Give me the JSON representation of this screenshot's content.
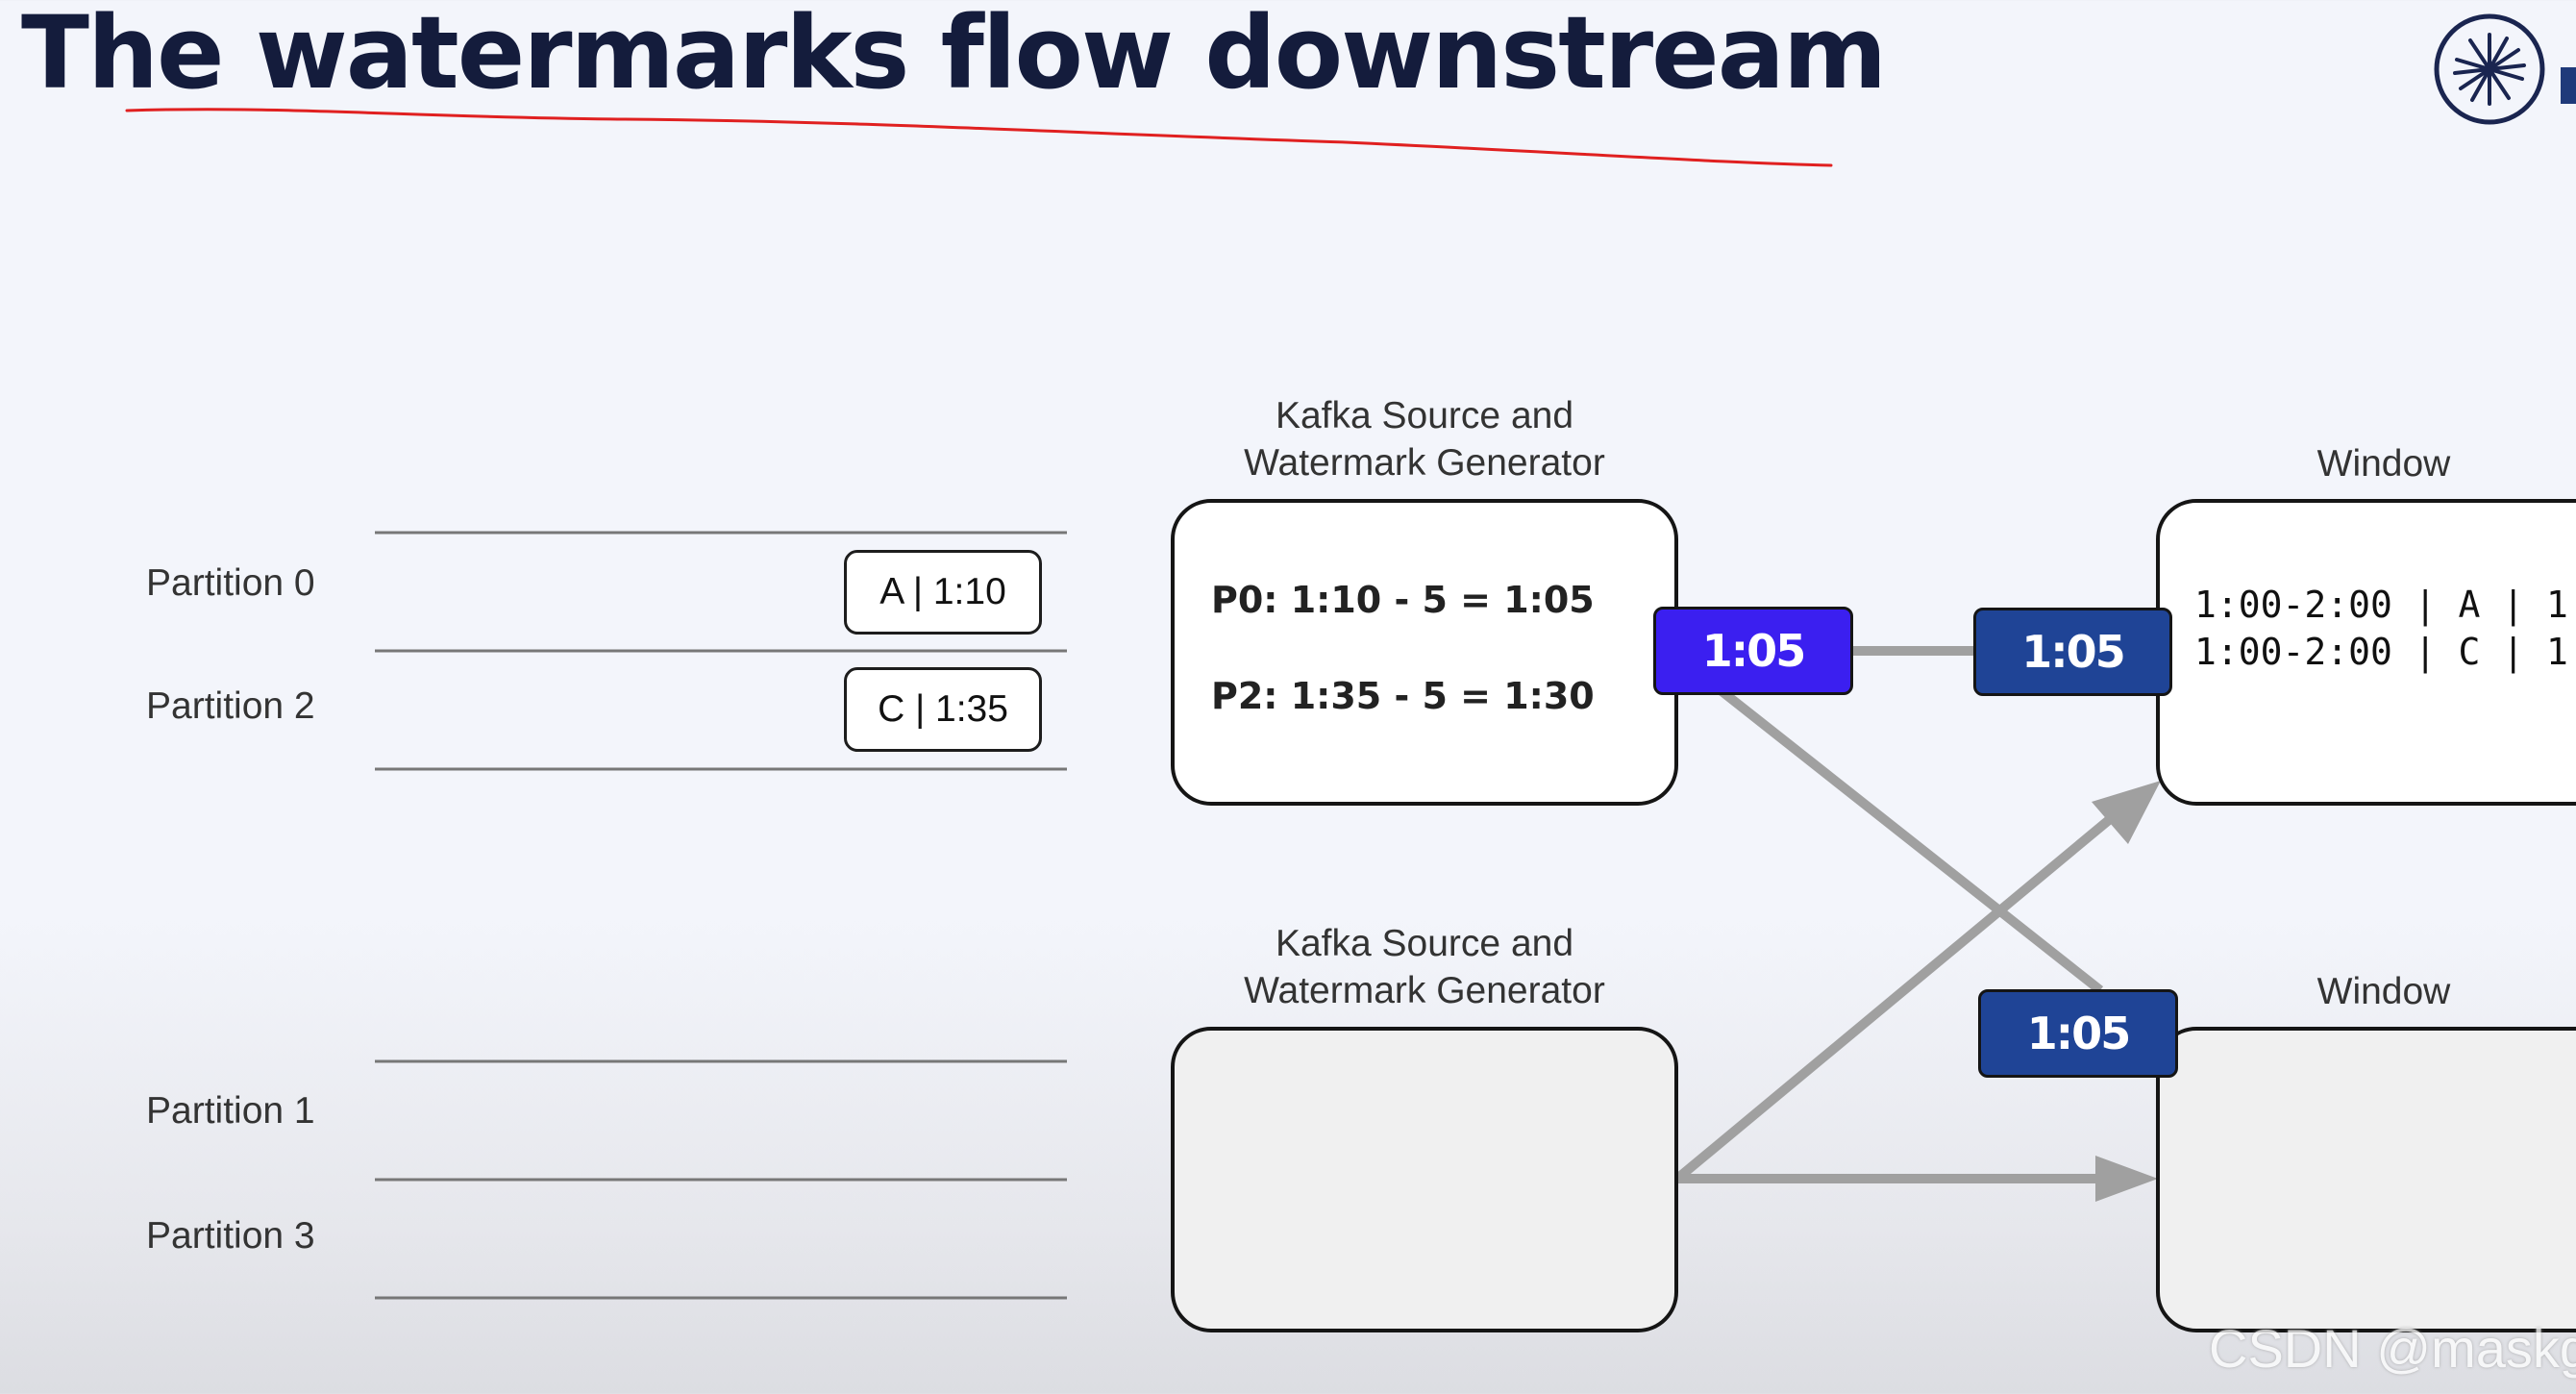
{
  "title": "The watermarks flow downstream",
  "partitions": {
    "p0": "Partition 0",
    "p2": "Partition 2",
    "p1": "Partition 1",
    "p3": "Partition 3"
  },
  "records": {
    "r0": "A | 1:10",
    "r2": "C | 1:35"
  },
  "sources": {
    "top_title_line1": "Kafka Source and",
    "top_title_line2": "Watermark Generator",
    "bottom_title_line1": "Kafka Source and",
    "bottom_title_line2": "Watermark Generator",
    "top_line1": "P0: 1:10 - 5 = 1:05",
    "top_line2": "P2: 1:35 - 5 = 1:30"
  },
  "windows": {
    "top_title": "Window",
    "bottom_title": "Window",
    "top_row1": "1:00-2:00 | A | 1",
    "top_row2": "1:00-2:00 | C | 1"
  },
  "watermarks": {
    "source_out": "1:05",
    "window_top_in": "1:05",
    "window_bottom_in": "1:05"
  },
  "watermark_credit": "CSDN @maskge",
  "colors": {
    "title": "#141c3c",
    "annotation_underline": "#e02020",
    "watermark_bright": "#3b1ff0",
    "watermark_dark": "#1f4496",
    "arrow": "#a0a0a0"
  }
}
